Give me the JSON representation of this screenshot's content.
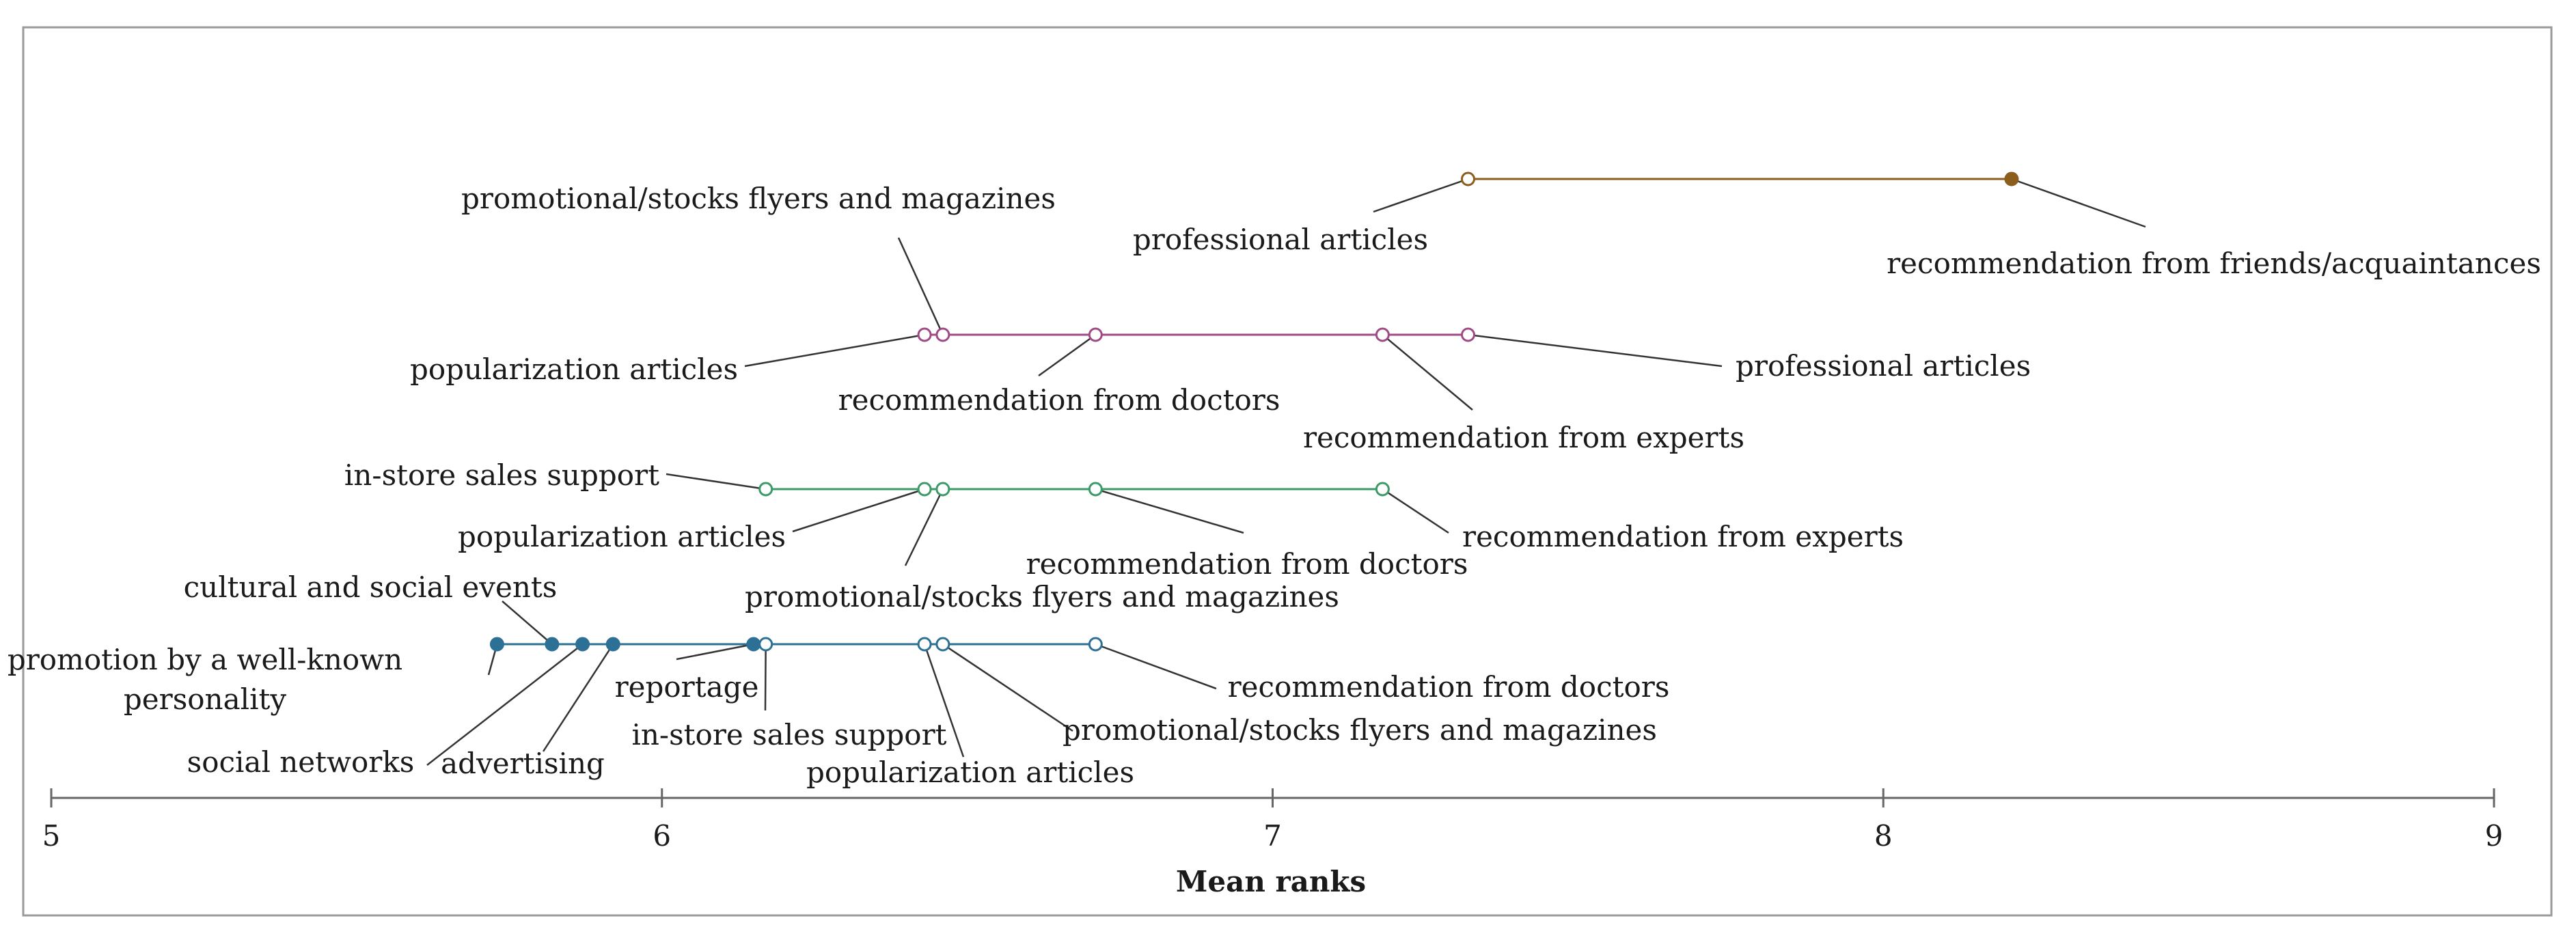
{
  "chart_data": {
    "type": "scatter",
    "xlabel": "Mean ranks",
    "xlim": [
      5,
      9
    ],
    "xticks": [
      5,
      6,
      7,
      8,
      9
    ],
    "grid": false,
    "groups": [
      {
        "color": "#8b5e1e",
        "points": [
          {
            "x": 7.32,
            "filled": false,
            "label": [
              "professional articles"
            ]
          },
          {
            "x": 8.21,
            "filled": true,
            "label": [
              "recommendation from friends/acquaintances"
            ]
          }
        ]
      },
      {
        "color": "#a04a85",
        "points": [
          {
            "x": 6.43,
            "filled": false,
            "label": [
              "popularization articles"
            ]
          },
          {
            "x": 6.46,
            "filled": false,
            "label": [
              "promotional/stocks flyers and magazines"
            ]
          },
          {
            "x": 6.71,
            "filled": false,
            "label": [
              "recommendation from doctors"
            ]
          },
          {
            "x": 7.18,
            "filled": false,
            "label": [
              "recommendation from experts"
            ]
          },
          {
            "x": 7.32,
            "filled": false,
            "label": [
              "professional articles"
            ]
          }
        ]
      },
      {
        "color": "#3b9a68",
        "points": [
          {
            "x": 6.17,
            "filled": false,
            "label": [
              "in-store sales support"
            ]
          },
          {
            "x": 6.43,
            "filled": false,
            "label": [
              "popularization articles"
            ]
          },
          {
            "x": 6.46,
            "filled": false,
            "label": [
              "promotional/stocks flyers and magazines"
            ]
          },
          {
            "x": 6.71,
            "filled": false,
            "label": [
              "recommendation from doctors"
            ]
          },
          {
            "x": 7.18,
            "filled": false,
            "label": [
              "recommendation from experts"
            ]
          }
        ]
      },
      {
        "color": "#2d7095",
        "points": [
          {
            "x": 5.73,
            "filled": true,
            "label": [
              "promotion by a well-known",
              "personality"
            ]
          },
          {
            "x": 5.82,
            "filled": true,
            "label": [
              "cultural and social events"
            ]
          },
          {
            "x": 5.87,
            "filled": true,
            "label": [
              "social networks"
            ]
          },
          {
            "x": 5.92,
            "filled": true,
            "label": [
              "advertising"
            ]
          },
          {
            "x": 6.15,
            "filled": true,
            "label": [
              "reportage"
            ]
          },
          {
            "x": 6.17,
            "filled": false,
            "label": [
              "in-store sales support"
            ]
          },
          {
            "x": 6.43,
            "filled": false,
            "label": [
              "popularization articles"
            ]
          },
          {
            "x": 6.46,
            "filled": false,
            "label": [
              "promotional/stocks flyers and magazines"
            ]
          },
          {
            "x": 6.71,
            "filled": false,
            "label": [
              "recommendation from doctors"
            ]
          }
        ]
      }
    ]
  }
}
